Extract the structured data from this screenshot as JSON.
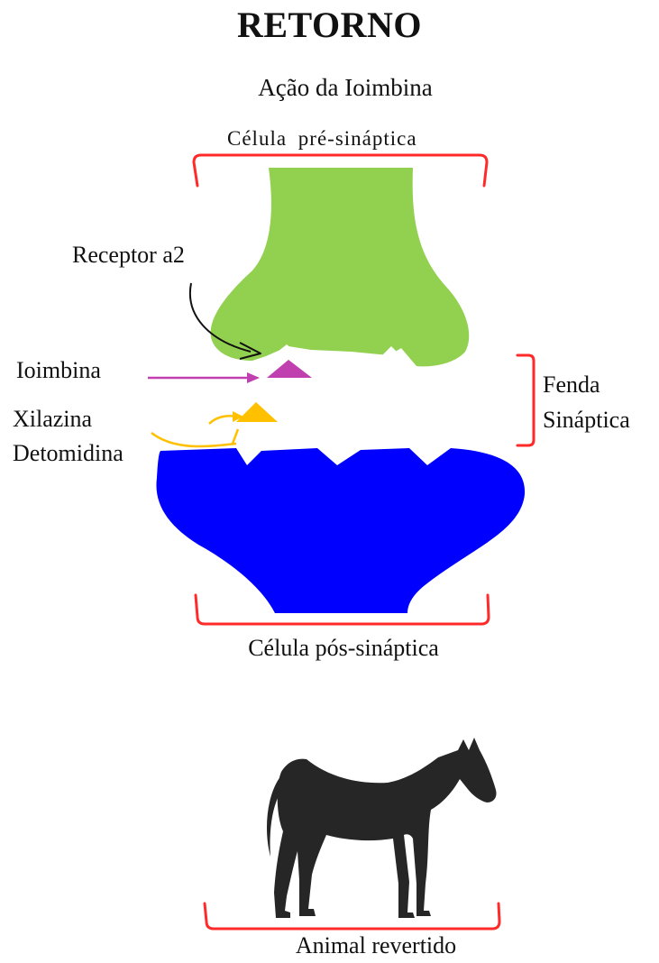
{
  "header": {
    "title": "RETORNO",
    "subtitle": "Ação da Ioimbina"
  },
  "labels": {
    "pre_synaptic": "Célula  pré-sináptica",
    "receptor": "Receptor a2",
    "ioimbina": "Ioimbina",
    "xilazina": "Xilazina",
    "detomidina": "Detomidina",
    "fenda_line1": "Fenda",
    "fenda_line2": "Sináptica",
    "post_synaptic": "Célula pós-sináptica",
    "animal": "Animal revertido"
  },
  "colors": {
    "pre_cell": "#92d050",
    "post_cell": "#0000ff",
    "bracket": "#ff2a2a",
    "ioimbina": "#c040b0",
    "agonist": "#ffc000",
    "horse": "#262626",
    "arrow": "#111111"
  },
  "icons": {
    "animal": "horse-silhouette-icon"
  }
}
